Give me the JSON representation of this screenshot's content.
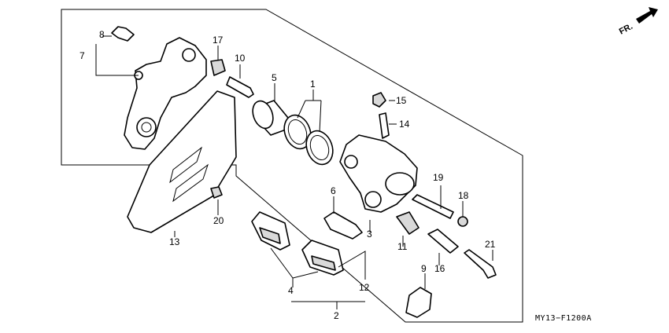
{
  "diagram_code": "MY13−F1200A",
  "direction_marker": "FR.",
  "callouts": [
    "1",
    "2",
    "3",
    "4",
    "5",
    "6",
    "7",
    "8",
    "9",
    "10",
    "11",
    "12",
    "13",
    "14",
    "15",
    "16",
    "17",
    "18",
    "19",
    "20",
    "21"
  ]
}
